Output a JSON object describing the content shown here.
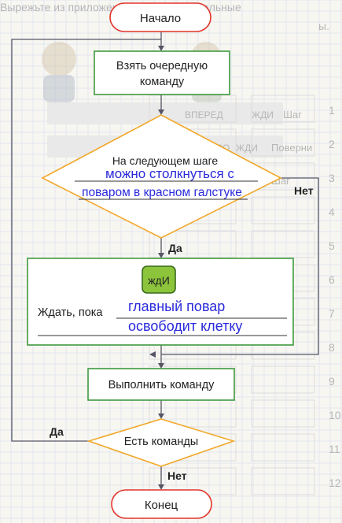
{
  "flowchart": {
    "start": "Начало",
    "take_command": [
      "Взять очередную",
      "команду"
    ],
    "decision": {
      "line1": "На следующем шаге",
      "answer1": "можно столкнуться с",
      "answer2": "поваром в красном галстуке"
    },
    "no_label_1": "Нет",
    "yes_label_1": "Да",
    "wait_block": {
      "button": "ждИ",
      "prefix": "Ждать, пока",
      "answer1": "главный повар",
      "answer2": "освободит клетку"
    },
    "execute": "Выполнить команду",
    "loop_decision": "Есть команды",
    "yes_label_2": "Да",
    "no_label_2": "Нет",
    "end": "Конец"
  },
  "background": {
    "top_text_left": "Вырежьте из приложения и вклейте остальные",
    "top_text_right": "ы.",
    "row_numbers": [
      "1",
      "2",
      "3",
      "4",
      "5",
      "6",
      "7",
      "8",
      "9",
      "10",
      "11",
      "12"
    ],
    "ghost_labels": [
      "Шаг",
      "ВПЕРЕД",
      "ЖДИ",
      "Поверни",
      "НАПРАВО",
      "ЖДИ",
      "Шаг"
    ]
  },
  "colors": {
    "green_border": "#3f9a3f",
    "orange_border": "#f1a82a",
    "red_border": "#e2342a",
    "handwriting": "#2a2adc",
    "wait_button": "#8cc43c"
  }
}
